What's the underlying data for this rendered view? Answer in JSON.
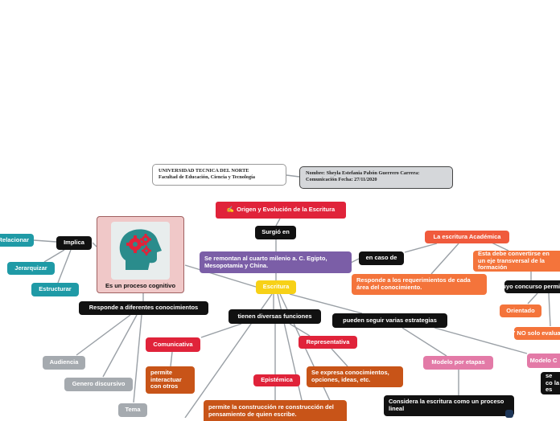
{
  "header": {
    "university": "UNIVERSIDAD TECNICA DEL NORTE",
    "faculty": "Facultad de Educación, Ciencia y Tecnología",
    "name_line": "Nombre: Sheyla Estefania Pabón Guerrero Carrera:",
    "career_line": "Comunicación  Fecha: 27/11/2020"
  },
  "nodes": {
    "title": "Origen y Evolución de la Escritura",
    "title_icon": "✍",
    "surgio": "Surgió en",
    "remontan": "Se remontan al cuarto milenio a. C.  Egipto, Mesopotamia y China.",
    "escritura": "Escritura",
    "en_caso": "en caso de",
    "academica": "La escritura Académica",
    "transversal": "Esta debe convertirse en un eje transversal de la formación",
    "responde_area": "Responde a los requerimientos de cada área del conocimiento.",
    "cuyo": "cuyo concurso permite",
    "orientado": "Orientado",
    "y_no": "Y NO solo evaluar",
    "modelo": "Modelo C",
    "se_co": "se co la es",
    "central_label": "Es un proceso cognitivo",
    "implica": "Implica",
    "relacionar": "Relacionar",
    "jerarquizar": "Jerarquizar",
    "estructurar": "Estructurar",
    "responde_dif": "Responde a diferentes conocimientos",
    "audiencia": "Audiencia",
    "genero": "Genero discursivo",
    "tema": "Tema",
    "funciones": "tienen diversas funciones",
    "comunicativa": "Comunicativa",
    "interactuar": "permite interactuar con otros",
    "representativa": "Representativa",
    "expresa": "Se expresa conocimientos, opciones, ideas, etc.",
    "epistemica": "Epistémica",
    "construccion": "permite la construcción re construcción del pensamiento de quien escribe.",
    "estrategias": "pueden seguir varias estrategias",
    "modelo_etapas": "Modelo por etapas",
    "considera": "Considera la escritura como un proceso lineal"
  },
  "icons": {
    "central_image": "head-gears-icon",
    "title_icon_name": "writing-hand-icon"
  },
  "colors": {
    "black": "#111111",
    "red": "#e0233a",
    "purple": "#7b5ea7",
    "yellow": "#f7d117",
    "orange": "#f4743b",
    "brown": "#c85418",
    "pink": "#e37aa7",
    "gray": "#a5aaaf",
    "teal": "#1f9aa6",
    "head": "#2a8c8c"
  }
}
